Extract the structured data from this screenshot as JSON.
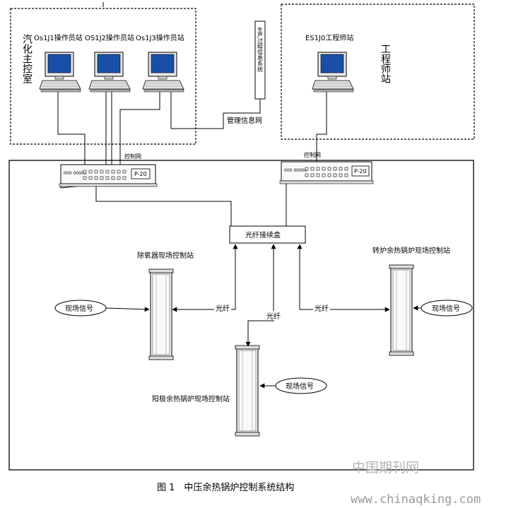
{
  "stations": {
    "os1": "Os1J1操作员站",
    "os2": "OS1J2操作员站",
    "os3": "Os1J3操作员站",
    "es": "ES1J0工程师站"
  },
  "rooms": {
    "main_control": "汽化主控室",
    "engineer": "工程师站"
  },
  "production_system": "生产过程信息系统",
  "networks": {
    "management": "管理信息网",
    "control_left": "控制网",
    "control_right": "控制网"
  },
  "switch_left": {
    "port_label": "P-20",
    "small_text": "000 00000"
  },
  "switch_right": {
    "port_label": "P-20",
    "small_text": "000 00000"
  },
  "fiber_box": "光纤接续盒",
  "field_stations": {
    "deaerator": "除氧器现场控制站",
    "converter": "转炉余热锅炉现场控制站",
    "anode": "阳极余热锅炉现场控制站"
  },
  "fiber_labels": {
    "left": "光纤",
    "center": "光纤",
    "right": "光纤"
  },
  "field_signals": {
    "left": "现场信号",
    "right": "现场信号",
    "bottom": "现场信号"
  },
  "caption": "图 1　中压余热锅炉控制系统结构",
  "watermark": {
    "cn": "中国期刊网",
    "url": "www.chinaqking.com"
  }
}
